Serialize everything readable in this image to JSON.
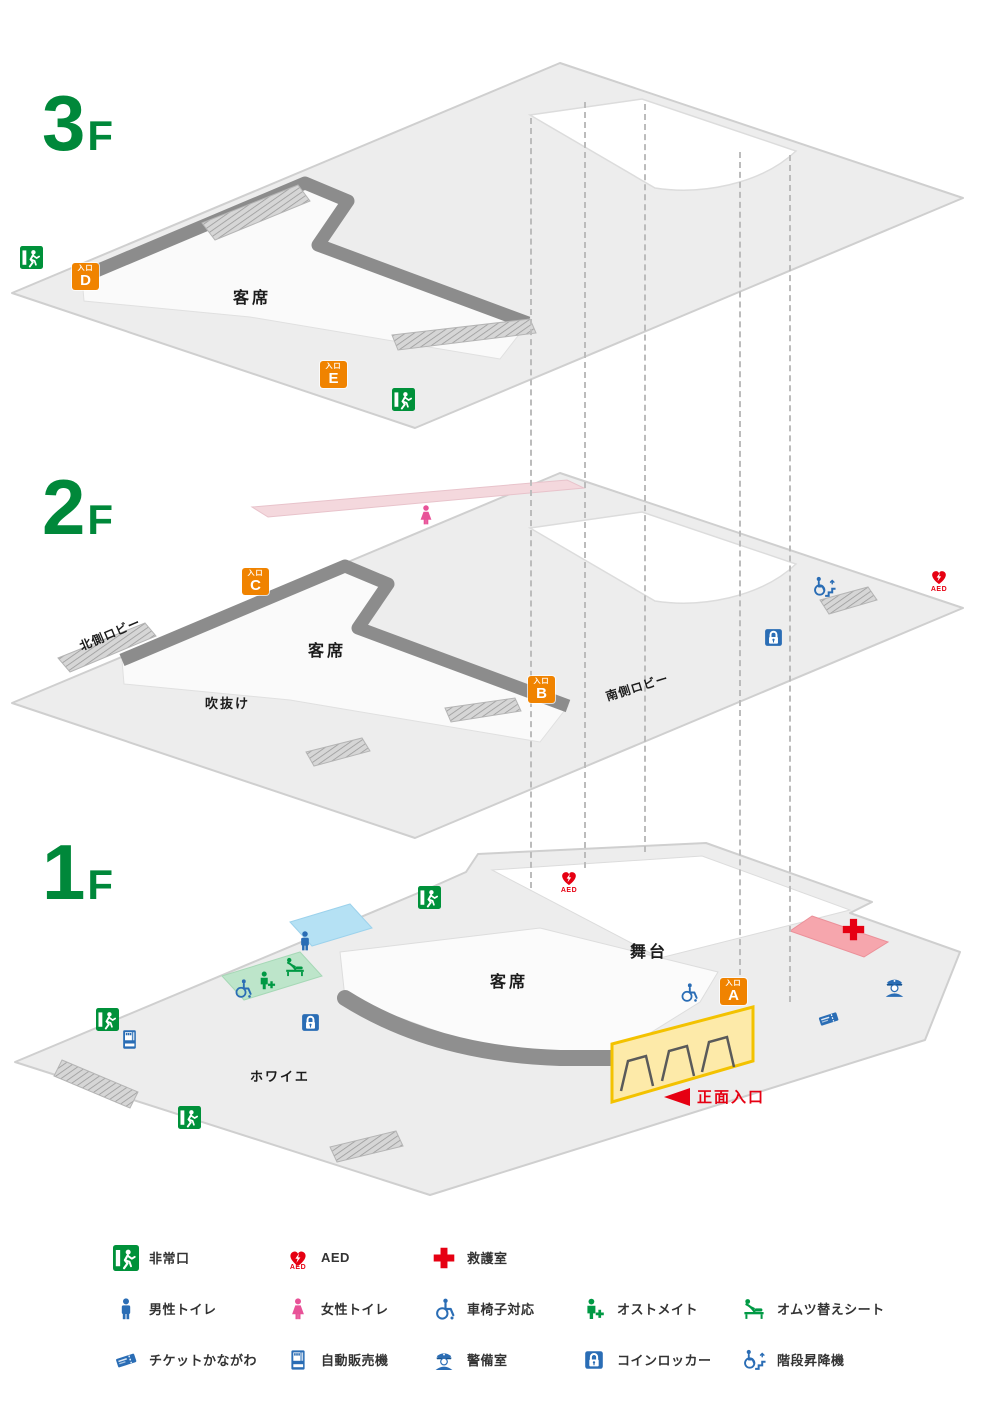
{
  "aed_caption": "AED",
  "colors": {
    "floor_green": "#00883a",
    "entrance_orange": "#f08300",
    "alert_red": "#e60012",
    "facility_blue": "#2a6db5",
    "female_pink": "#e85298",
    "facility_green": "#009944"
  },
  "floor3": {
    "number": "3",
    "suffix": "F",
    "labels": {
      "seats": "客席"
    },
    "entrance_d": {
      "prefix": "入口",
      "letter": "D"
    },
    "entrance_e": {
      "prefix": "入口",
      "letter": "E"
    }
  },
  "floor2": {
    "number": "2",
    "suffix": "F",
    "labels": {
      "seats": "客席",
      "north_lobby": "北側ロビー",
      "south_lobby": "南側ロビー",
      "atrium": "吹抜け"
    },
    "entrance_c": {
      "prefix": "入口",
      "letter": "C"
    },
    "entrance_b": {
      "prefix": "入口",
      "letter": "B"
    }
  },
  "floor1": {
    "number": "1",
    "suffix": "F",
    "labels": {
      "stage": "舞台",
      "seats": "客席",
      "foyer": "ホワイエ",
      "main_entrance": "正面入口"
    },
    "entrance_a": {
      "prefix": "入口",
      "letter": "A"
    }
  },
  "legend": {
    "items": [
      {
        "icon": "exit-icon",
        "label": "非常口"
      },
      {
        "icon": "aed-icon",
        "label": "AED"
      },
      {
        "icon": "first-aid-cross-icon",
        "label": "救護室"
      },
      {
        "icon": "male-toilet-icon",
        "label": "男性トイレ"
      },
      {
        "icon": "female-toilet-icon",
        "label": "女性トイレ"
      },
      {
        "icon": "wheelchair-icon",
        "label": "車椅子対応"
      },
      {
        "icon": "ostomate-icon",
        "label": "オストメイト"
      },
      {
        "icon": "diaper-icon",
        "label": "オムツ替えシート"
      },
      {
        "icon": "ticket-icon",
        "label": "チケットかながわ"
      },
      {
        "icon": "vending-machine-icon",
        "label": "自動販売機"
      },
      {
        "icon": "security-icon",
        "label": "警備室"
      },
      {
        "icon": "coin-locker-icon",
        "label": "コインロッカー"
      },
      {
        "icon": "stair-lift-icon",
        "label": "階段昇降機"
      }
    ]
  }
}
